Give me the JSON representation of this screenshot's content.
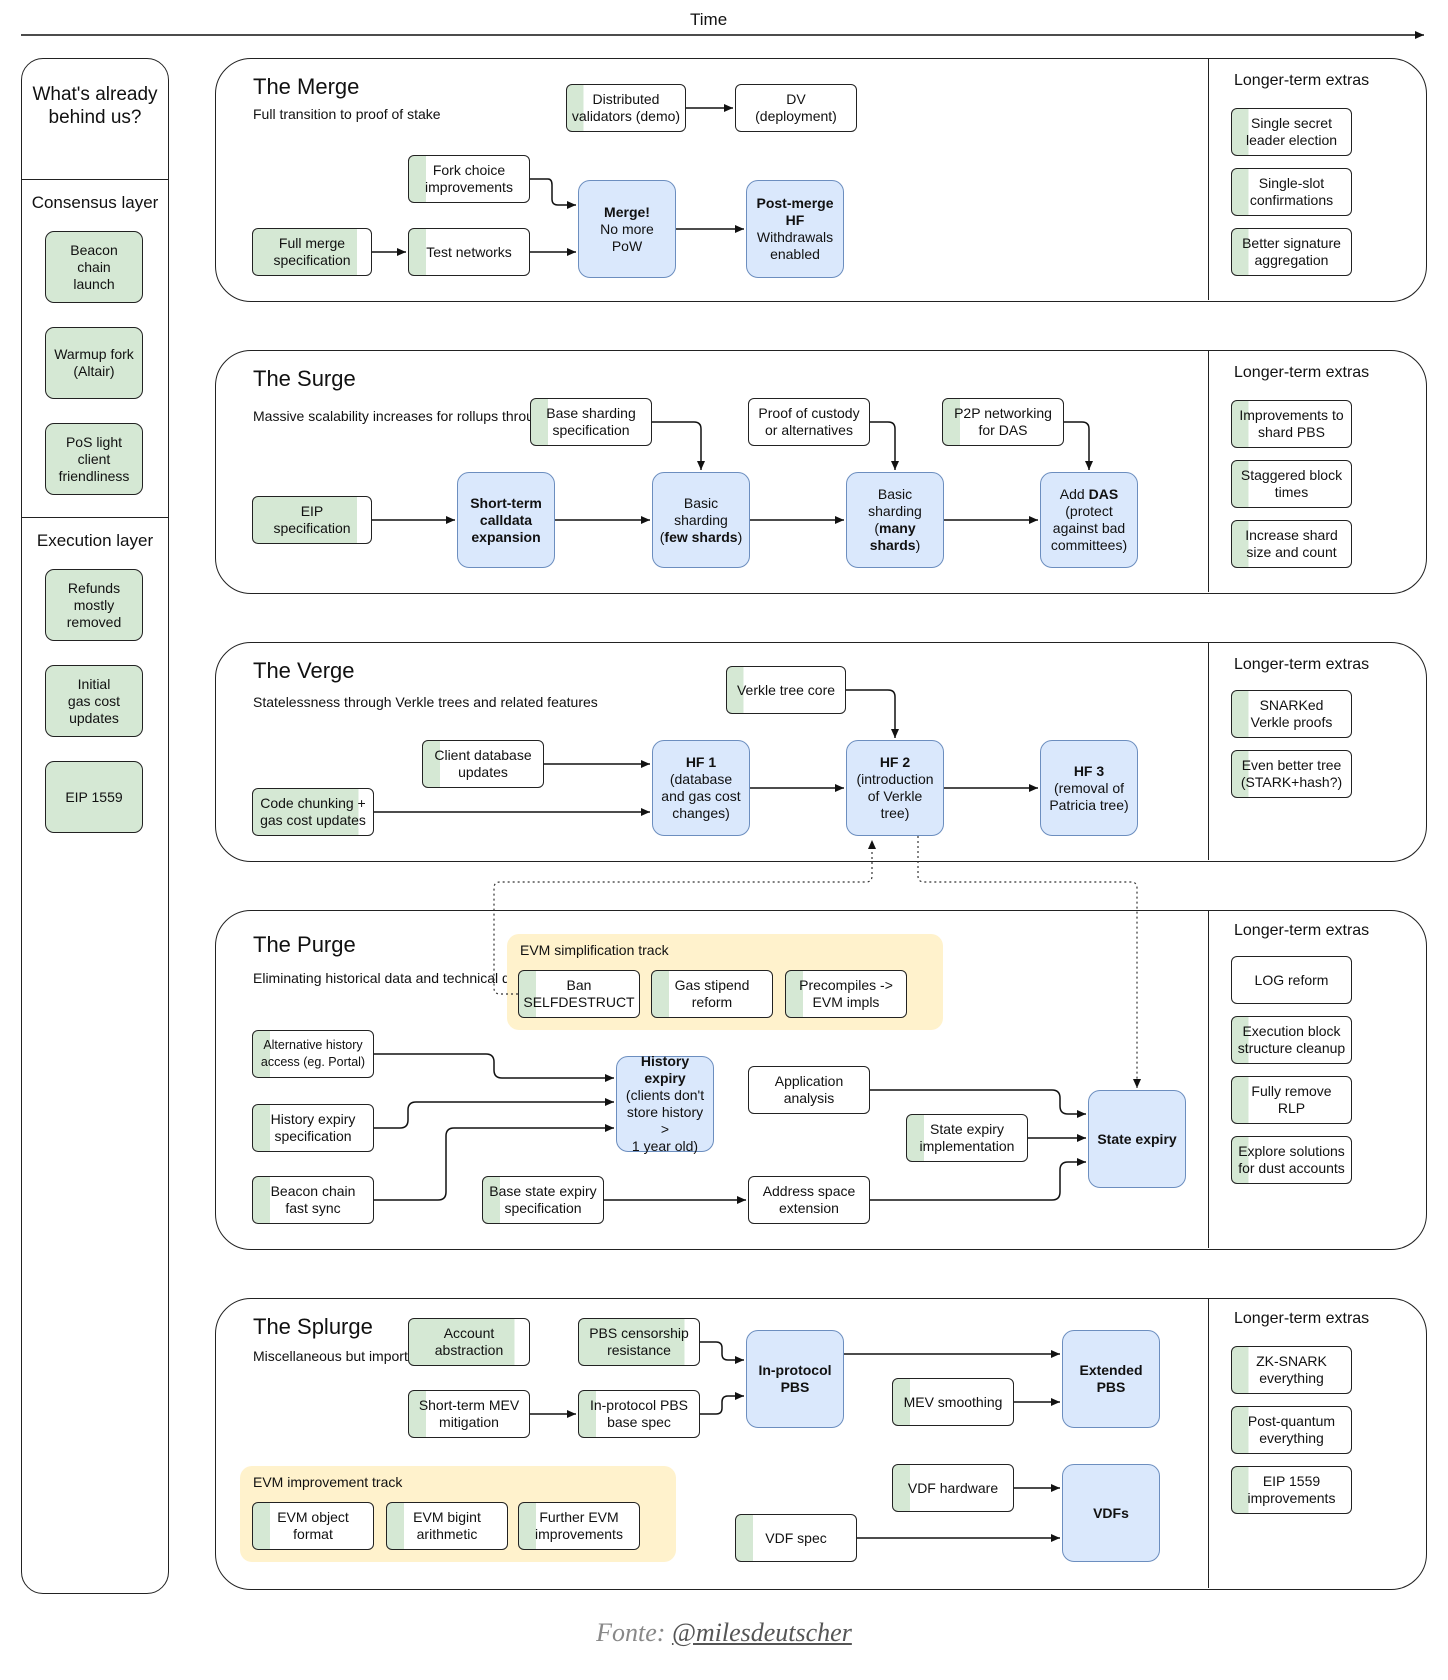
{
  "time_label": "Time",
  "credit": {
    "prefix": "Fonte: ",
    "handle": "@milesdeutscher"
  },
  "left": {
    "title": "What's\nalready\nbehind us?",
    "consensus_title": "Consensus layer",
    "consensus": [
      "Beacon\nchain\nlaunch",
      "Warmup fork\n(Altair)",
      "PoS light\nclient\nfriendliness"
    ],
    "execution_title": "Execution layer",
    "execution": [
      "Refunds\nmostly\nremoved",
      "Initial\ngas cost\nupdates",
      "EIP 1559"
    ]
  },
  "extras_title": "Longer-term extras",
  "merge": {
    "title": "The Merge",
    "subtitle": "Full transition to\nproof of stake",
    "distributed_validators": "Distributed\nvalidators (demo)",
    "dv": "DV\n(deployment)",
    "fork_choice": "Fork choice\nimprovements",
    "full_merge_spec": "Full merge\nspecification",
    "test_networks": "Test networks",
    "merge_box": {
      "bold": "Merge!",
      "rest": "No more\nPoW"
    },
    "post_merge": {
      "bold": "Post-merge\nHF",
      "rest": "Withdrawals\nenabled"
    },
    "extras": [
      "Single secret\nleader election",
      "Single-slot\nconfirmations",
      "Better signature\naggregation"
    ]
  },
  "surge": {
    "title": "The Surge",
    "subtitle": "Massive scalability\nincreases for rollups\nthrough sharding",
    "base_sharding_spec": "Base sharding\nspecification",
    "proof_of_custody": "Proof of custody\nor alternatives",
    "p2p": "P2P networking\nfor DAS",
    "eip_spec": "EIP\nspecification",
    "short_term": "Short-term\ncalldata\nexpansion",
    "basic_few": {
      "pre": "Basic\nsharding\n(",
      "bold": "few shards",
      "post": ")"
    },
    "basic_many": {
      "pre": "Basic\nsharding\n(",
      "bold": "many\nshards",
      "post": ")"
    },
    "add_das": {
      "pre": "Add ",
      "bold": "DAS",
      "post": "\n(protect\nagainst bad\ncommittees)"
    },
    "extras": [
      "Improvements to\nshard PBS",
      "Staggered block\ntimes",
      "Increase shard\nsize and count"
    ]
  },
  "verge": {
    "title": "The Verge",
    "subtitle": "Statelessness\nthrough Verkle trees\nand related features",
    "verkle_core": "Verkle tree core",
    "client_db": "Client database\nupdates",
    "code_chunking": "Code chunking +\ngas cost updates",
    "hf1": {
      "bold": "HF 1",
      "rest": "(database\nand gas cost\nchanges)"
    },
    "hf2": {
      "bold": "HF 2",
      "rest": "(introduction\nof Verkle\ntree)"
    },
    "hf3": {
      "bold": "HF 3",
      "rest": "(removal of\nPatricia tree)"
    },
    "extras": [
      "SNARKed\nVerkle proofs",
      "Even better tree\n(STARK+hash?)"
    ]
  },
  "purge": {
    "title": "The Purge",
    "subtitle": "Eliminating historical\ndata and technical debt",
    "evm_track_title": "EVM simplification track",
    "evm_track": [
      "Ban\nSELFDESTRUCT",
      "Gas stipend\nreform",
      "Precompiles ->\nEVM impls"
    ],
    "alt_history": "Alternative history\naccess (eg. Portal)",
    "history_expiry_spec": "History expiry\nspecification",
    "beacon_fast_sync": "Beacon chain\nfast sync",
    "history_expiry": {
      "bold": "History\nexpiry",
      "rest": "(clients don't\nstore history >\n1 year old)"
    },
    "app_analysis": "Application\nanalysis",
    "state_expiry_impl": "State expiry\nimplementation",
    "base_state_expiry": "Base state expiry\nspecification",
    "address_space": "Address space\nextension",
    "state_expiry": "State expiry",
    "extras": [
      "LOG reform",
      "Execution block\nstructure cleanup",
      "Fully remove\nRLP",
      "Explore solutions\nfor dust accounts"
    ]
  },
  "splurge": {
    "title": "The Splurge",
    "subtitle": "Miscellaneous but\nimportant extras!",
    "account_abstraction": "Account\nabstraction",
    "pbs_censorship": "PBS censorship\nresistance",
    "short_mev": "Short-term MEV\nmitigation",
    "inprotocol_pbs_spec": "In-protocol PBS\nbase spec",
    "inprotocol_pbs": "In-protocol\nPBS",
    "mev_smoothing": "MEV smoothing",
    "extended_pbs": "Extended\nPBS",
    "vdf_hardware": "VDF hardware",
    "vdf_spec": "VDF spec",
    "vdfs": "VDFs",
    "evm_track_title": "EVM improvement track",
    "evm_track": [
      "EVM object\nformat",
      "EVM bigint\narithmetic",
      "Further EVM\nimprovements"
    ],
    "extras": [
      "ZK-SNARK\neverything",
      "Post-quantum\neverything",
      "EIP 1559\nimprovements"
    ]
  }
}
